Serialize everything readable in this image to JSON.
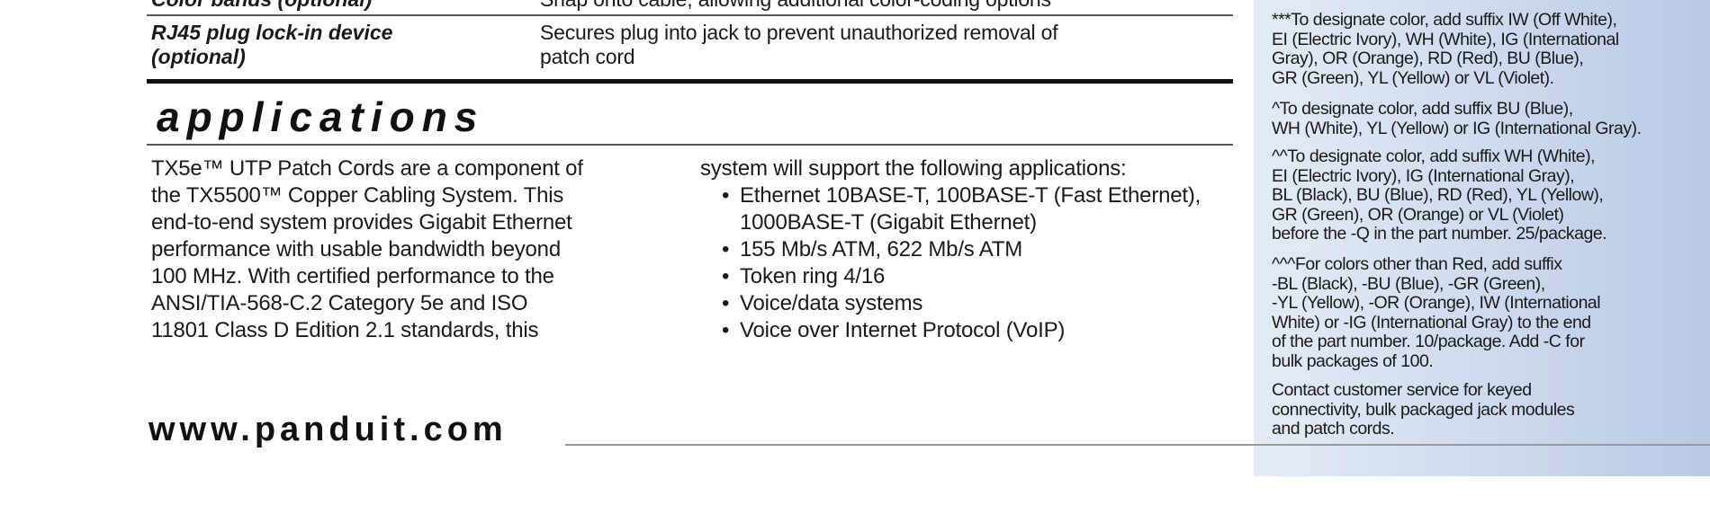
{
  "sidebar": {
    "top_line": "",
    "notes": [
      [
        "***To designate color, add suffix IW (Off White),",
        "EI (Electric Ivory), WH (White), IG (International",
        "Gray), OR (Orange), RD (Red), BU (Blue),",
        "GR (Green), YL (Yellow) or VL (Violet)."
      ],
      [
        "^To designate color, add suffix BU (Blue),",
        "WH (White), YL (Yellow) or IG (International Gray)."
      ],
      [
        "^^To designate color, add suffix WH (White),",
        "EI (Electric Ivory), IG (International Gray),",
        "BL (Black), BU (Blue), RD (Red), YL (Yellow),",
        "GR (Green), OR (Orange) or VL (Violet)",
        "before the -Q in the part number. 25/package."
      ],
      [
        "^^^For colors other than Red, add suffix",
        " -BL (Black), -BU (Blue), -GR (Green),",
        "-YL (Yellow), -OR (Orange), IW (International",
        "White) or -IG (International Gray) to the end",
        "of the part number. 10/package. Add -C for",
        "bulk packages of 100."
      ],
      [
        "Contact customer service for keyed",
        "connectivity, bulk packaged jack modules",
        "and patch cords."
      ]
    ]
  },
  "feature_table": {
    "rows": [
      {
        "feature": [
          "Color bands (optional)"
        ],
        "description": [
          "Snap onto cable, allowing additional color-coding options"
        ]
      },
      {
        "feature": [
          "RJ45 plug lock-in device",
          "(optional)"
        ],
        "description": [
          "Secures plug into jack to prevent unauthorized removal of",
          "patch cord"
        ]
      }
    ]
  },
  "applications": {
    "heading": "applications",
    "left_lines": [
      "TX5e™ UTP Patch Cords are a component of",
      "the TX5500™ Copper Cabling System. This",
      "end-to-end system provides Gigabit Ethernet",
      "performance with usable bandwidth beyond",
      "100 MHz. With certified performance to the",
      "ANSI/TIA-568-C.2 Category 5e and ISO",
      "11801 Class D Edition 2.1 standards, this"
    ],
    "right_intro": "system will support the following applications:",
    "bullets": [
      [
        "Ethernet 10BASE-T, 100BASE-T (Fast Ethernet),",
        "1000BASE-T (Gigabit Ethernet)"
      ],
      [
        "155 Mb/s ATM, 622 Mb/s ATM"
      ],
      [
        "Token ring 4/16"
      ],
      [
        "Voice/data systems"
      ],
      [
        "Voice over Internet Protocol (VoIP)"
      ]
    ]
  },
  "footer": {
    "url": "www.panduit.com"
  }
}
